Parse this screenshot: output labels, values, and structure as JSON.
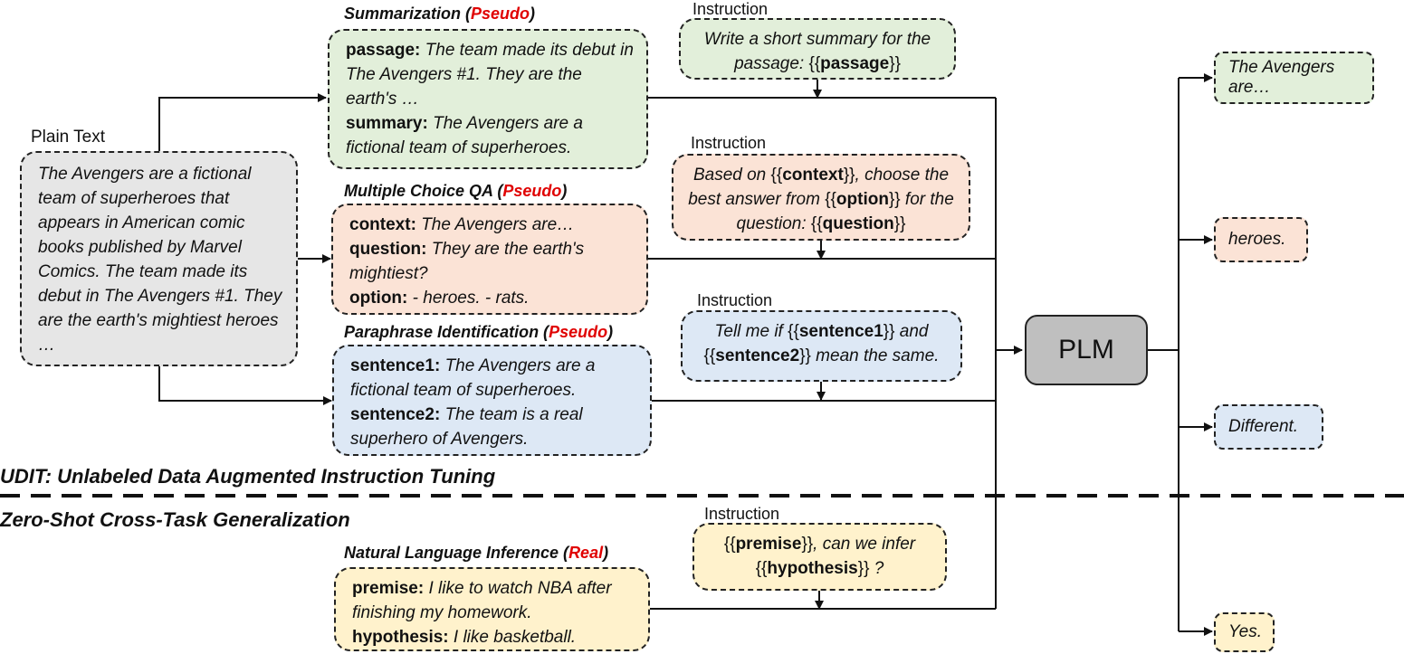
{
  "plain_text": {
    "label": "Plain Text",
    "content": "The Avengers are a fictional team of superheroes that appears in American comic books published by Marvel Comics. The team made its debut in The Avengers #1. They are the earth's mightiest heroes …"
  },
  "tasks": {
    "summarization": {
      "title": "Summarization (",
      "tag": "Pseudo",
      "close": ")",
      "fields": [
        {
          "key": "passage:",
          "value": "The team made its debut in The Avengers #1. They are the earth's …"
        },
        {
          "key": "summary:",
          "value": "The Avengers are a fictional team of superheroes."
        }
      ],
      "instruction_label": "Instruction",
      "instruction_pre": "Write a short summary for the passage: ",
      "instruction_var": "passage",
      "output": "The Avengers are…",
      "color": "#e2efda"
    },
    "mcqa": {
      "title": "Multiple Choice QA (",
      "tag": "Pseudo",
      "close": ")",
      "fields": [
        {
          "key": "context:",
          "value": "The Avengers are…"
        },
        {
          "key": "question:",
          "value": "They are the earth's mightiest?"
        },
        {
          "key": "option:",
          "value": "- heroes. - rats."
        }
      ],
      "instruction_label": "Instruction",
      "instruction_p1": "Based on ",
      "instruction_v1": "context",
      "instruction_p2": ", choose the best answer from ",
      "instruction_v2": "option",
      "instruction_p3": " for the question: ",
      "instruction_v3": "question",
      "output": "heroes.",
      "color": "#fbe3d6"
    },
    "paraphrase": {
      "title": "Paraphrase Identification (",
      "tag": "Pseudo",
      "close": ")",
      "fields": [
        {
          "key": "sentence1:",
          "value": "The Avengers are a fictional team of superheroes."
        },
        {
          "key": "sentence2:",
          "value": "The team is a real superhero of Avengers."
        }
      ],
      "instruction_label": "Instruction",
      "instruction_p1": "Tell me if ",
      "instruction_v1": "sentence1",
      "instruction_p2": " and ",
      "instruction_v2": "sentence2",
      "instruction_p3": " mean the same.",
      "output": "Different.",
      "color": "#dde8f5"
    },
    "nli": {
      "title": "Natural Language Inference (",
      "tag": "Real",
      "close": ")",
      "fields": [
        {
          "key": "premise:",
          "value": " I like to watch NBA after finishing my homework."
        },
        {
          "key": "hypothesis:",
          "value": "I like basketball."
        }
      ],
      "instruction_label": "Instruction",
      "instruction_v1": "premise",
      "instruction_p1": ", can we infer ",
      "instruction_v2": "hypothesis",
      "instruction_p2": " ?",
      "output": "Yes.",
      "color": "#fff2cc"
    }
  },
  "model": "PLM",
  "sections": {
    "top": "UDIT: Unlabeled Data Augmented Instruction Tuning",
    "bottom": "Zero-Shot Cross-Task Generalization"
  },
  "brace_open": "{{",
  "brace_close": "}}"
}
